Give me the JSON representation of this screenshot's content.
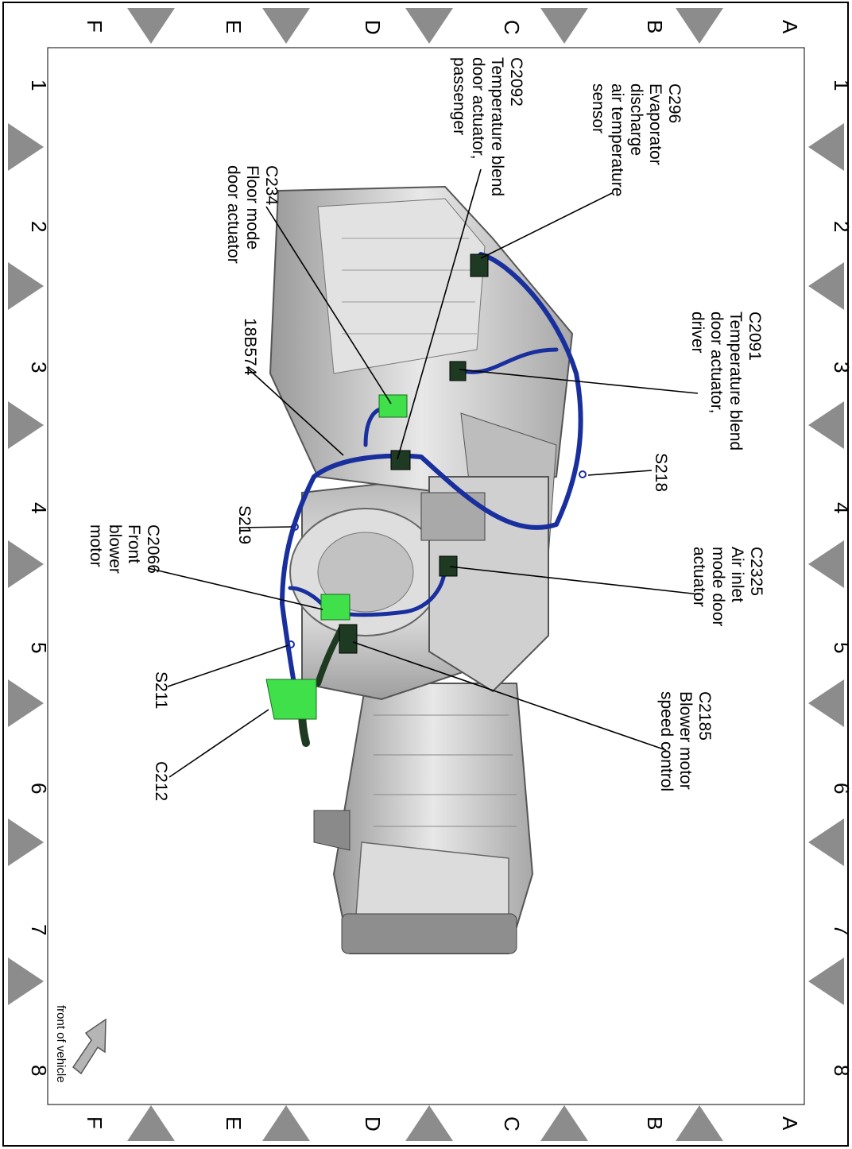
{
  "grid": {
    "columns": [
      "1",
      "2",
      "3",
      "4",
      "5",
      "6",
      "7",
      "8"
    ],
    "rows": [
      "A",
      "B",
      "C",
      "D",
      "E",
      "F"
    ]
  },
  "labels": {
    "c296": [
      "C296",
      "Evaporator",
      "discharge",
      "air temperature",
      "sensor"
    ],
    "c2092": [
      "C2092",
      "Temperature blend",
      "door actuator,",
      "passenger"
    ],
    "c234": [
      "C234",
      "Floor mode",
      "door actuator"
    ],
    "l18b574": [
      "18B574"
    ],
    "c2091": [
      "C2091",
      "Temperature blend",
      "door actuator,",
      "driver"
    ],
    "s218": [
      "S218"
    ],
    "s219": [
      "S219"
    ],
    "c2325": [
      "C2325",
      "Air inlet",
      "mode door",
      "actuator"
    ],
    "c2066": [
      "C2066",
      "Front",
      "blower",
      "motor"
    ],
    "s211": [
      "S211"
    ],
    "c2185": [
      "C2185",
      "Blower motor",
      "speed control"
    ],
    "c212": [
      "C212"
    ],
    "front": [
      "front of vehicle"
    ]
  },
  "colors": {
    "harness": "#1a2f9e",
    "connector_green": "#3fe04a",
    "connector_dark": "#1f3a22",
    "housing": "#c8c8c8",
    "frame_triangle": "#8c8c8c"
  }
}
